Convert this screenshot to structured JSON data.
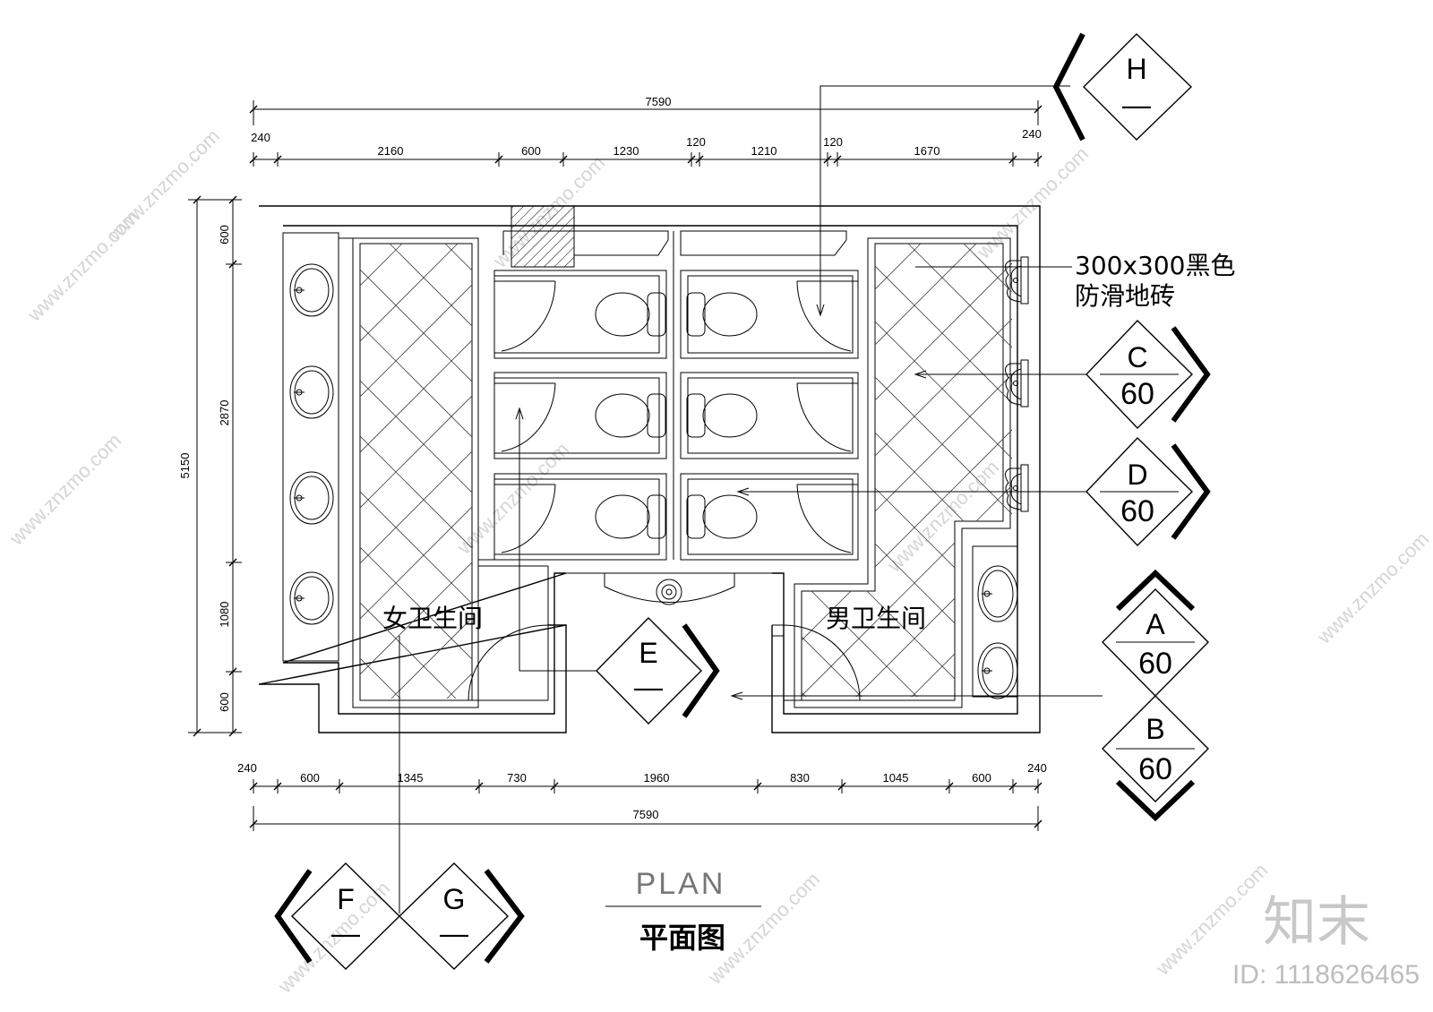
{
  "drawing": {
    "title_en": "PLAN",
    "title_cn": "平面图"
  },
  "rooms": {
    "women": "女卫生间",
    "men": "男卫生间"
  },
  "note": {
    "line1": "300x300黑色",
    "line2": "防滑地砖"
  },
  "dimensions": {
    "top_total": "7590",
    "top_segments": [
      "240",
      "2160",
      "600",
      "1230",
      "120",
      "1210",
      "120",
      "1670",
      "240"
    ],
    "bottom_segments": [
      "240",
      "600",
      "1345",
      "730",
      "1960",
      "830",
      "1045",
      "600",
      "240"
    ],
    "bottom_total": "7590",
    "left_total": "5150",
    "left_segments": [
      "600",
      "2870",
      "1080",
      "600"
    ]
  },
  "section_markers": {
    "H": {
      "letter": "H",
      "sheet": "—"
    },
    "C": {
      "letter": "C",
      "sheet": "60"
    },
    "D": {
      "letter": "D",
      "sheet": "60"
    },
    "A": {
      "letter": "A",
      "sheet": "60"
    },
    "B": {
      "letter": "B",
      "sheet": "60"
    },
    "E": {
      "letter": "E",
      "sheet": "—"
    },
    "F": {
      "letter": "F",
      "sheet": "—"
    },
    "G": {
      "letter": "G",
      "sheet": "—"
    }
  },
  "watermark": {
    "brand": "知末",
    "id": "ID: 1118626465",
    "site": "www.znzmo.com"
  }
}
